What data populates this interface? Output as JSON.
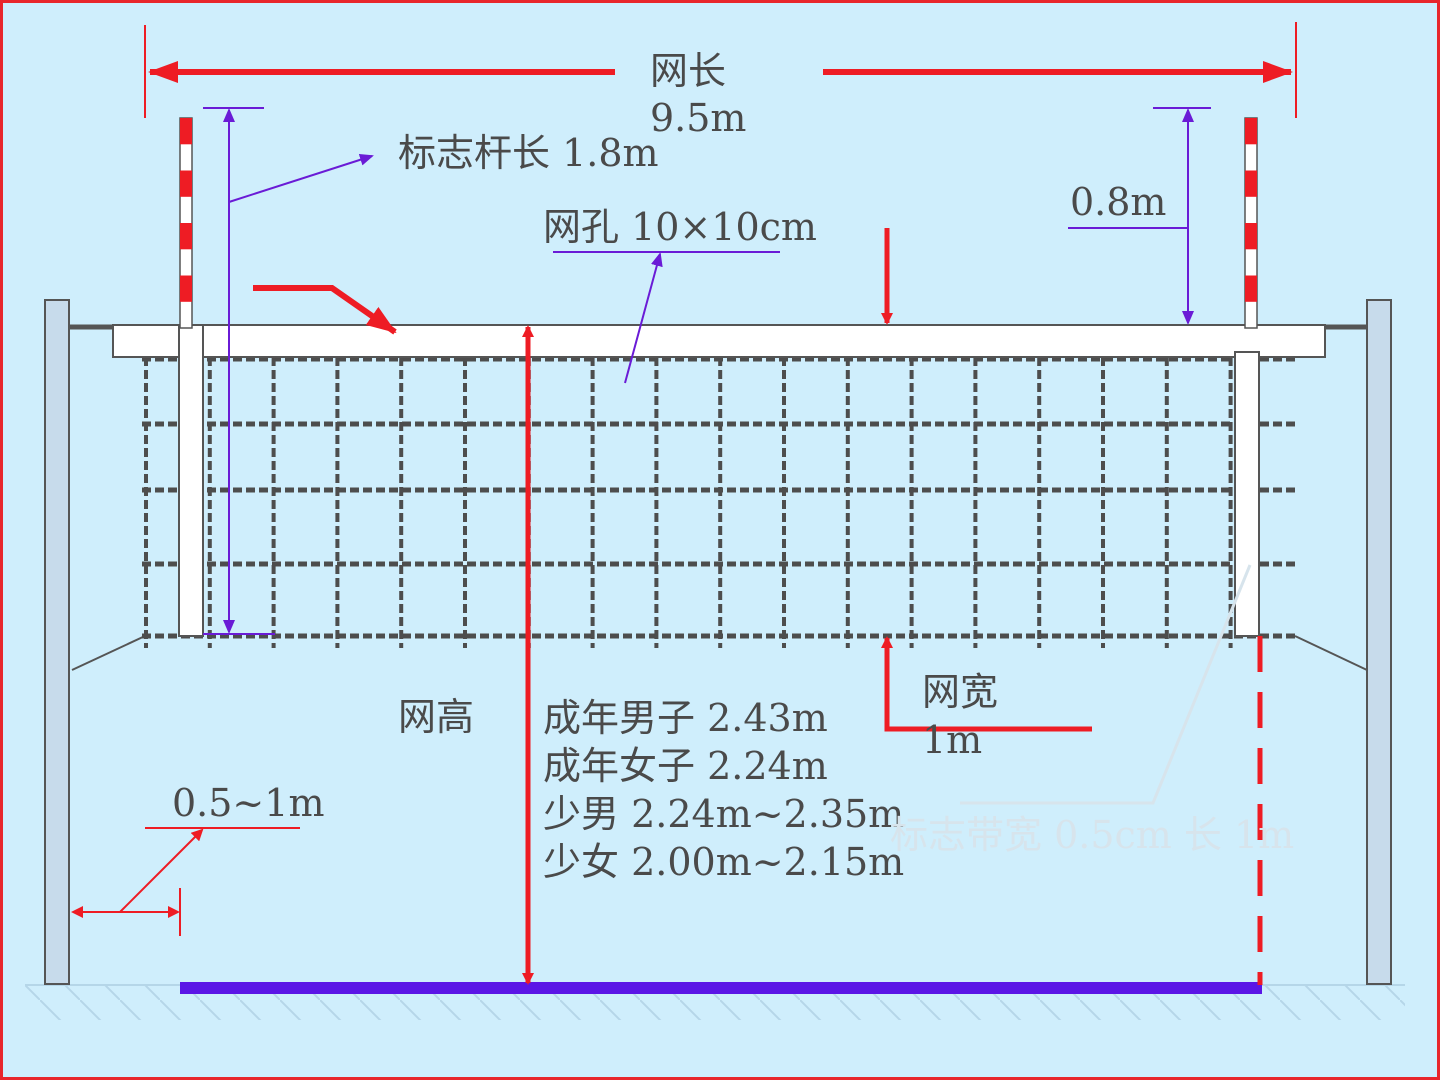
{
  "colors": {
    "background": "#cfeefc",
    "frame": "#e8262b",
    "net_mesh": "#4d4d4d",
    "dimension_red": "#ee1c24",
    "dimension_purple": "#6a1bd6",
    "post": "#c7dbeb",
    "ground_line": "#5b16e6",
    "faint_annotation": "#d7e4ec"
  },
  "labels": {
    "net_length": "网长",
    "net_length_value": "9.5m",
    "antenna_length": "标志杆长 1.8m",
    "mesh_size": "网孔 10×10cm",
    "antenna_above_net": "0.8m",
    "net_height": "网高",
    "height_men": "成年男子 2.43m",
    "height_women": "成年女子 2.24m",
    "height_youth_boys": "少男 2.24m~2.35m",
    "height_youth_girls": "少女 2.00m~2.15m",
    "net_width": "网宽",
    "net_width_value": "1m",
    "post_distance": "0.5~1m",
    "side_band": "标志带宽 0.5cm 长 1m"
  },
  "icons": {
    "antenna": "striped-pole-icon",
    "arrow": "arrow-icon"
  }
}
